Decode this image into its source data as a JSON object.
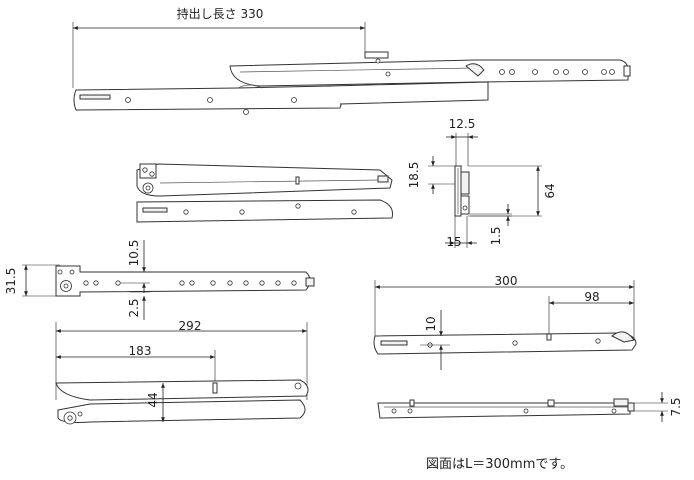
{
  "dimensions": {
    "extension_length": "持出し長さ 330",
    "d_12_5": "12.5",
    "d_18_5": "18.5",
    "d_64": "64",
    "d_15": "15",
    "d_1_5": "1.5",
    "d_31_5": "31.5",
    "d_10_5": "10.5",
    "d_2_5": "2.5",
    "d_292": "292",
    "d_183": "183",
    "d_44": "44",
    "d_300": "300",
    "d_98": "98",
    "d_10": "10",
    "d_7_5": "7.5"
  },
  "note": "図面はL＝300mmです。"
}
